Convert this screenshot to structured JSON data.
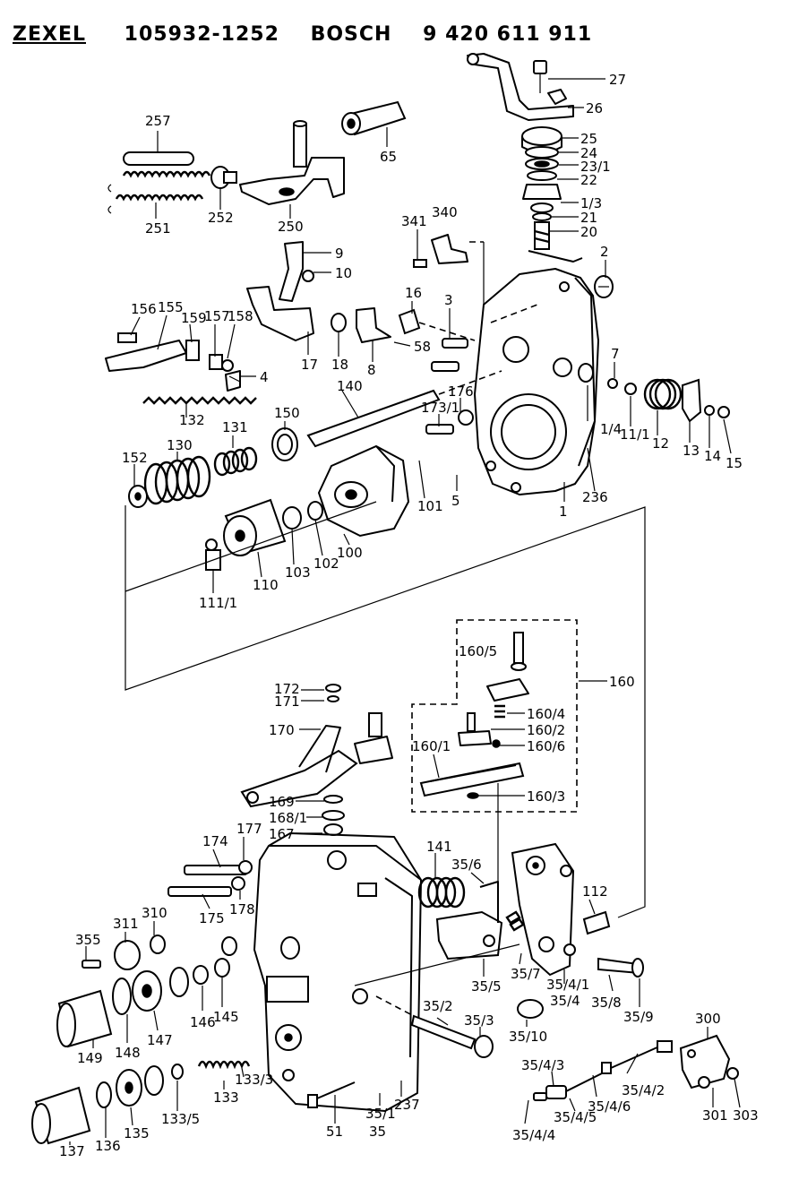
{
  "header": {
    "maker": "ZEXEL",
    "zexel_number": "105932-1252",
    "bosch_label": "BOSCH",
    "bosch_number": "9 420 611 911"
  },
  "labels": {
    "p27": "27",
    "p26": "26",
    "p25": "25",
    "p24": "24",
    "p23_1": "23/1",
    "p22": "22",
    "p1_3": "1/3",
    "p21": "21",
    "p20": "20",
    "p2": "2",
    "p257": "257",
    "p65": "65",
    "p251": "251",
    "p252": "252",
    "p250": "250",
    "p341": "341",
    "p340": "340",
    "p9": "9",
    "p10": "10",
    "p16": "16",
    "p3": "3",
    "p156": "156",
    "p155": "155",
    "p159": "159",
    "p157": "157",
    "p158": "158",
    "p17": "17",
    "p18": "18",
    "p8": "8",
    "p58": "58",
    "p4": "4",
    "p7": "7",
    "p140": "140",
    "p176": "176",
    "p173_1": "173/1",
    "p132": "132",
    "p150": "150",
    "p131": "131",
    "p130": "130",
    "p152": "152",
    "p1_4": "1/4",
    "p11_1": "11/1",
    "p12": "12",
    "p13": "13",
    "p14": "14",
    "p15": "15",
    "p236": "236",
    "p1": "1",
    "p5": "5",
    "p101": "101",
    "p100": "100",
    "p102": "102",
    "p103": "103",
    "p110": "110",
    "p111_1": "111/1",
    "p160_5": "160/5",
    "p160": "160",
    "p160_4": "160/4",
    "p160_2": "160/2",
    "p160_1": "160/1",
    "p160_6": "160/6",
    "p160_3": "160/3",
    "p172": "172",
    "p171": "171",
    "p170": "170",
    "p169": "169",
    "p168_1": "168/1",
    "p167": "167",
    "p174": "174",
    "p177": "177",
    "p175": "175",
    "p178": "178",
    "p141": "141",
    "p35_6": "35/6",
    "p112": "112",
    "p311": "311",
    "p310": "310",
    "p355": "355",
    "p146": "146",
    "p145": "145",
    "p35_5": "35/5",
    "p35_7": "35/7",
    "p35_4_1": "35/4/1",
    "p35_4": "35/4",
    "p35_8": "35/8",
    "p35_9": "35/9",
    "p149": "149",
    "p148": "148",
    "p147": "147",
    "p35_2": "35/2",
    "p35_3": "35/3",
    "p35_10": "35/10",
    "p300": "300",
    "p133_3": "133/3",
    "p133": "133",
    "p35_4_3": "35/4/3",
    "p35_4_2": "35/4/2",
    "p35_4_6": "35/4/6",
    "p35_4_5": "35/4/5",
    "p133_5": "133/5",
    "p237": "237",
    "p35_1": "35/1",
    "p35": "35",
    "p51": "51",
    "p137": "137",
    "p136": "136",
    "p135": "135",
    "p35_4_4": "35/4/4",
    "p301": "301",
    "p303": "303"
  }
}
